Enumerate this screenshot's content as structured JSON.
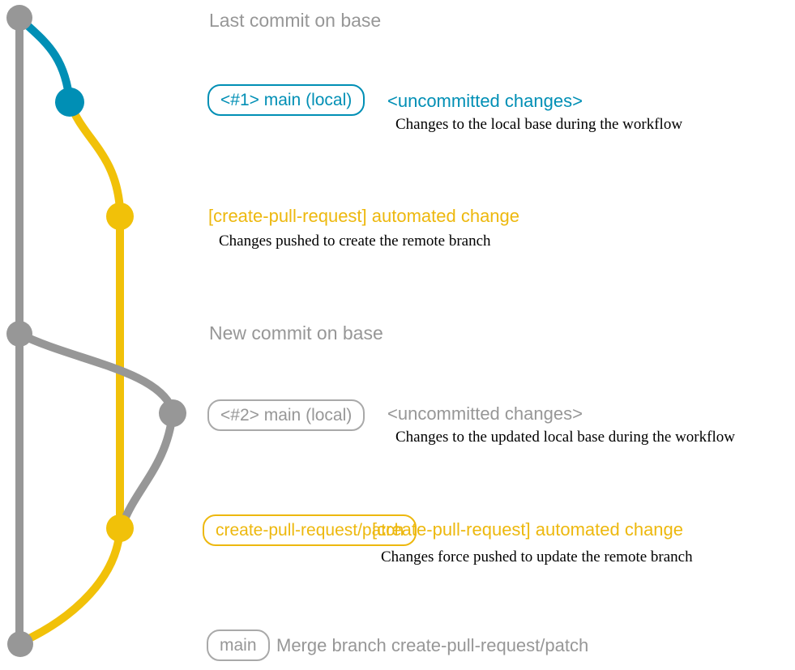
{
  "colors": {
    "gray": "#979797",
    "teal": "#008fb5",
    "yellow": "#f1c109",
    "yellow_text": "#edb80e",
    "note_text": "#000000"
  },
  "graph": {
    "branches": [
      {
        "name": "base",
        "color": "#979797"
      },
      {
        "name": "main-local",
        "color": "#008fb5"
      },
      {
        "name": "create-pull-request-patch",
        "color": "#f1c109"
      }
    ],
    "commit_dots": [
      {
        "name": "last-commit-on-base",
        "color": "#979797"
      },
      {
        "name": "main-local-1-commit",
        "color": "#008fb5"
      },
      {
        "name": "automated-change-commit",
        "color": "#f1c109"
      },
      {
        "name": "new-commit-on-base",
        "color": "#979797"
      },
      {
        "name": "main-local-2-commit",
        "color": "#979797"
      },
      {
        "name": "force-pushed-commit",
        "color": "#f1c109"
      },
      {
        "name": "merge-commit",
        "color": "#979797"
      }
    ]
  },
  "annotations": {
    "last_commit": {
      "text": "Last commit on base"
    },
    "row1": {
      "badge": "<#1> main (local)",
      "label": "<uncommitted changes>",
      "note": "Changes to the local base during the workflow"
    },
    "row2": {
      "label": "[create-pull-request] automated change",
      "note": "Changes pushed to create the remote branch"
    },
    "new_commit": {
      "text": "New commit on base"
    },
    "row4": {
      "badge": "<#2> main (local)",
      "label": "<uncommitted changes>",
      "note": "Changes to the updated local base during the workflow"
    },
    "row5": {
      "badge": "create-pull-request/patch",
      "label": "[create-pull-request] automated change",
      "note": "Changes force pushed to update the remote branch"
    },
    "row6": {
      "badge": "main",
      "text": "Merge branch create-pull-request/patch"
    }
  }
}
